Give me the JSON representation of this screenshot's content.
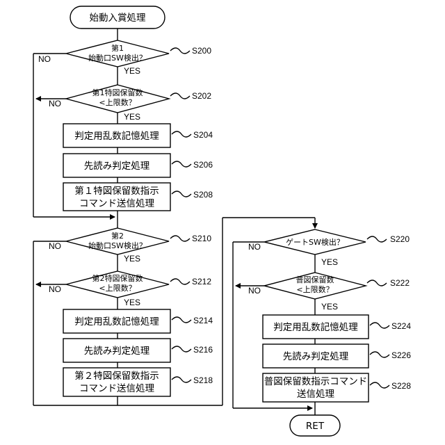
{
  "terminals": {
    "start": "始動入賞処理",
    "end": "RET"
  },
  "decisions": {
    "d200": [
      "第1",
      "始動口SW検出？"
    ],
    "d202": [
      "第1特図保留数",
      "<上限数？"
    ],
    "d210": [
      "第2",
      "始動口SW検出？"
    ],
    "d212": [
      "第2特図保留数",
      "<上限数？"
    ],
    "d220": [
      "ゲートSW検出？"
    ],
    "d222": [
      "普図保留数",
      "<上限数？"
    ]
  },
  "processes": {
    "p204": [
      "判定用乱数記憶処理"
    ],
    "p206": [
      "先読み判定処理"
    ],
    "p208": [
      "第１特図保留数指示",
      "コマンド送信処理"
    ],
    "p214": [
      "判定用乱数記憶処理"
    ],
    "p216": [
      "先読み判定処理"
    ],
    "p218": [
      "第２特図保留数指示",
      "コマンド送信処理"
    ],
    "p224": [
      "判定用乱数記憶処理"
    ],
    "p226": [
      "先読み判定処理"
    ],
    "p228": [
      "普図保留数指示コマンド",
      "送信処理"
    ]
  },
  "steps": {
    "s200": "S200",
    "s202": "S202",
    "s204": "S204",
    "s206": "S206",
    "s208": "S208",
    "s210": "S210",
    "s212": "S212",
    "s214": "S214",
    "s216": "S216",
    "s218": "S218",
    "s220": "S220",
    "s222": "S222",
    "s224": "S224",
    "s226": "S226",
    "s228": "S228"
  },
  "branch_labels": {
    "yes": "YES",
    "no": "NO"
  }
}
